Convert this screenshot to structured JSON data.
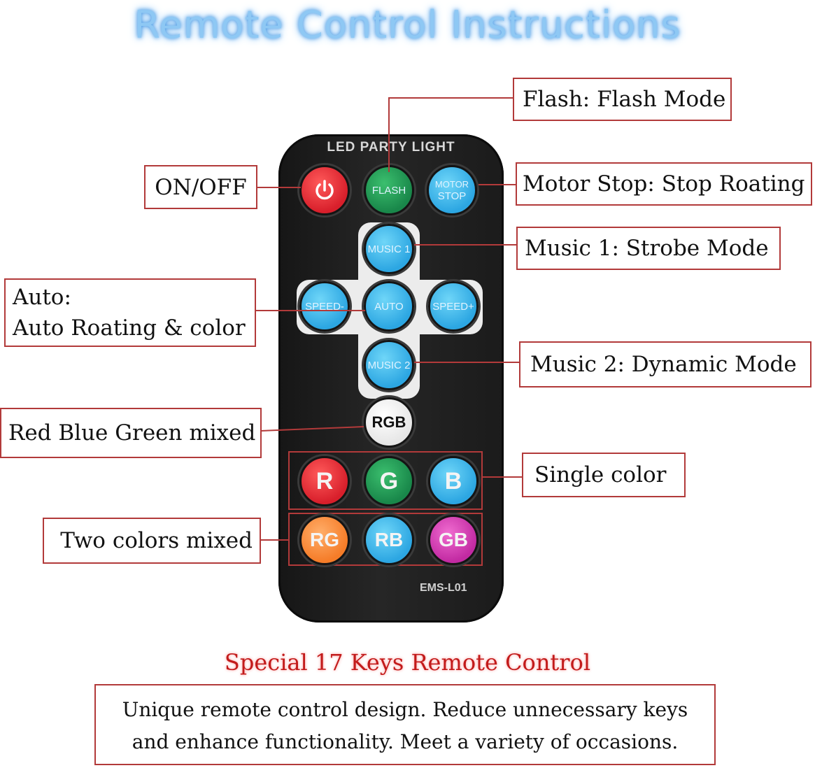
{
  "title": "Remote Control Instructions",
  "remote": {
    "brand": "LED PARTY LIGHT",
    "model": "EMS-L01",
    "buttons": {
      "flash": "FLASH",
      "motor_stop_line1": "MOTOR",
      "motor_stop_line2": "STOP",
      "music1": "MUSIC 1",
      "speed_minus": "SPEED-",
      "auto": "AUTO",
      "speed_plus": "SPEED+",
      "music2": "MUSIC 2",
      "rgb": "RGB",
      "r": "R",
      "g": "G",
      "b": "B",
      "rg": "RG",
      "rb": "RB",
      "gb": "GB"
    }
  },
  "labels": {
    "flash": "Flash: Flash Mode",
    "on_off": "ON/OFF",
    "motor_stop": "Motor Stop: Stop Roating",
    "music1": "Music 1: Strobe Mode",
    "auto_line1": "Auto:",
    "auto_line2": "Auto Roating & color",
    "music2": "Music 2: Dynamic Mode",
    "rgb": "Red Blue Green mixed",
    "single": "Single color",
    "two": "Two colors mixed"
  },
  "footer": {
    "title": "Special 17 Keys Remote Control",
    "line1": "Unique remote control design. Reduce unnecessary keys",
    "line2": "and enhance functionality. Meet a variety of occasions."
  },
  "colors": {
    "accent_border": "#b23a3a",
    "title_blue": "#8ec8f4",
    "footer_red": "#c21b1b"
  }
}
